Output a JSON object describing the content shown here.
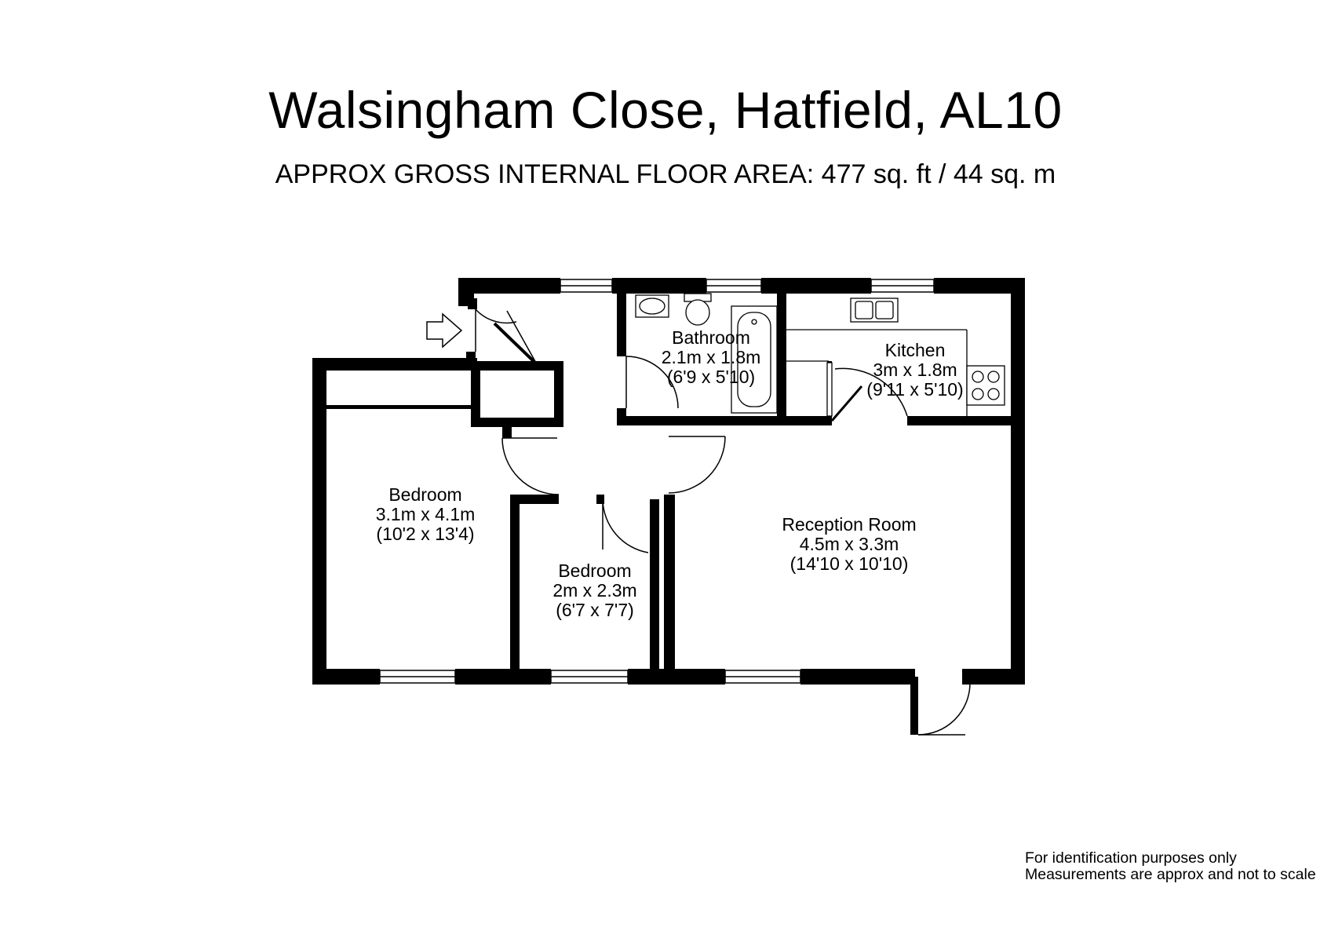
{
  "title": "Walsingham Close, Hatfield, AL10",
  "subtitle": "APPROX GROSS INTERNAL FLOOR AREA:  477 sq. ft / 44 sq. m",
  "rooms": {
    "bathroom": {
      "name": "Bathroom",
      "metric": "2.1m x 1.8m",
      "imperial": "(6'9 x 5'10)"
    },
    "kitchen": {
      "name": "Kitchen",
      "metric": "3m x 1.8m",
      "imperial": "(9'11 x 5'10)"
    },
    "bedroom1": {
      "name": "Bedroom",
      "metric": "3.1m x 4.1m",
      "imperial": "(10'2 x 13'4)"
    },
    "bedroom2": {
      "name": "Bedroom",
      "metric": "2m x 2.3m",
      "imperial": "(6'7 x 7'7)"
    },
    "reception": {
      "name": "Reception Room",
      "metric": "4.5m x 3.3m",
      "imperial": "(14'10 x 10'10)"
    }
  },
  "disclaimer": {
    "line1": "For identification purposes only",
    "line2": "Measurements are approx and not to scale"
  }
}
